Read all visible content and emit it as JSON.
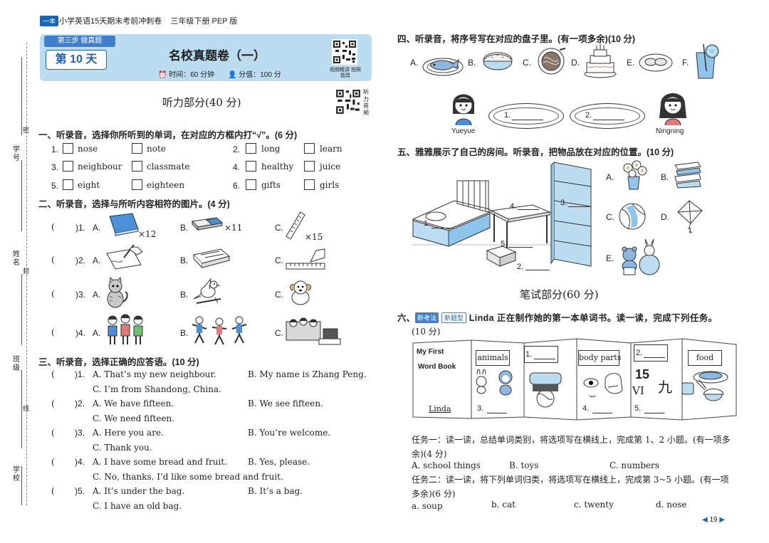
{
  "header": {
    "logo": "一本",
    "series": "小学英语15天期末考前冲刺卷",
    "edition": "三年级下册 PEP 版"
  },
  "banner": {
    "step": "第三步 做真题",
    "day": "第 10 天",
    "title": "名校真题卷（一）",
    "time": "时间：60 分钟",
    "score": "分值：100 分",
    "qr_label": "视频精讲 拍照批改"
  },
  "listening": {
    "title": "听力部分(40 分)",
    "qr_side": "听力音频"
  },
  "binding": {
    "labels": [
      "学号",
      "姓名",
      "班级",
      "学校"
    ],
    "seal": [
      "密",
      "封",
      "线"
    ]
  },
  "s1": {
    "title": "一、听录音，选择你所听到的单词，在对应的方框内打“√”。(6 分)",
    "items": [
      {
        "n": "1.",
        "a": "nose",
        "b": "note"
      },
      {
        "n": "2.",
        "a": "long",
        "b": "learn"
      },
      {
        "n": "3.",
        "a": "neighbour",
        "b": "classmate"
      },
      {
        "n": "4.",
        "a": "healthy",
        "b": "juice"
      },
      {
        "n": "5.",
        "a": "eight",
        "b": "eighteen"
      },
      {
        "n": "6.",
        "a": "gifts",
        "b": "girls"
      }
    ]
  },
  "s2": {
    "title": "二、听录音，选择与所听内容相符的图片。(4 分)",
    "rows": [
      {
        "n": ")1.",
        "a": "A.",
        "b": "B.",
        "c": "C.",
        "ma": "×12",
        "mb": "×11",
        "mc": "×15"
      },
      {
        "n": ")2.",
        "a": "A.",
        "b": "B.",
        "c": "C."
      },
      {
        "n": ")3.",
        "a": "A.",
        "b": "B.",
        "c": "C."
      },
      {
        "n": ")4.",
        "a": "A.",
        "b": "B.",
        "c": "C."
      }
    ]
  },
  "s3": {
    "title": "三、听录音，选择正确的应答语。(10 分)",
    "items": [
      {
        "n": ")1.",
        "a": "A. That’s my new neighbour.",
        "b": "B. My name is Zhang Peng.",
        "c": "C. I’m from Shandong, China."
      },
      {
        "n": ")2.",
        "a": "A. We have fifteen.",
        "b": "B. We see fifteen.",
        "c": "C. We need fifteen."
      },
      {
        "n": ")3.",
        "a": "A. Here you are.",
        "b": "B. You’re welcome.",
        "c": "C. Thank you."
      },
      {
        "n": ")4.",
        "a": "A. I have some bread and fruit.",
        "b": "B. Yes, please.",
        "c": "C. No, thanks. I’d like some bread and fruit."
      },
      {
        "n": ")5.",
        "a": "A. It’s under the bag.",
        "b": "B. It’s a bag.",
        "c": "C. I have an old bag."
      }
    ]
  },
  "s4": {
    "title": "四、听录音，将序号写在对应的盘子里。(有一项多余)(10 分)",
    "options": [
      "A.",
      "B.",
      "C.",
      "D.",
      "E.",
      "F."
    ],
    "left_name": "Yueyue",
    "right_name": "Ningning",
    "plate1": "1.",
    "plate2": "2."
  },
  "s5": {
    "title": "五、雅雅展示了自己的房间。听录音，把物品放在对应的位置。(10 分)",
    "options": [
      "A.",
      "B.",
      "C.",
      "D.",
      "E."
    ],
    "slots": [
      "1.",
      "2.",
      "3.",
      "4.",
      "5."
    ]
  },
  "writing": {
    "title": "笔试部分(60 分)"
  },
  "s6": {
    "prefix": "六、",
    "badge1": "新考法",
    "badge2": "新题型",
    "title": "Linda 正在制作她的第一本单词书。读一读，完成下列任务。",
    "points": "(10 分)",
    "book": {
      "cover1": "My First",
      "cover2": "Word Book",
      "author": "Linda",
      "p_animals": "animals",
      "p_1": "1.",
      "p_bodyparts": "body parts",
      "p_2": "2.",
      "p_food": "food",
      "p_3": "3.",
      "p_4": "4.",
      "p_5": "5.",
      "num15": "15",
      "numVI": "VI",
      "numJiu": "九"
    },
    "task1": "任务一：读一读，总结单词类别，将选项写在横线上，完成第 1、2 小题。(有一项多余)(4 分)",
    "task1_opts": [
      "A. school things",
      "B. toys",
      "C. numbers"
    ],
    "task2": "任务二：读一读，将下列单词归类，将选项写在横线上，完成第 3~5 小题。(有一项多余)(6 分)",
    "task2_opts": [
      "a. soup",
      "b. cat",
      "c. twenty",
      "d. nose"
    ]
  },
  "page": {
    "number": "19"
  },
  "colors": {
    "accent": "#1e63b4",
    "banner": "#bcdcf2",
    "badge": "#3f7fce"
  }
}
